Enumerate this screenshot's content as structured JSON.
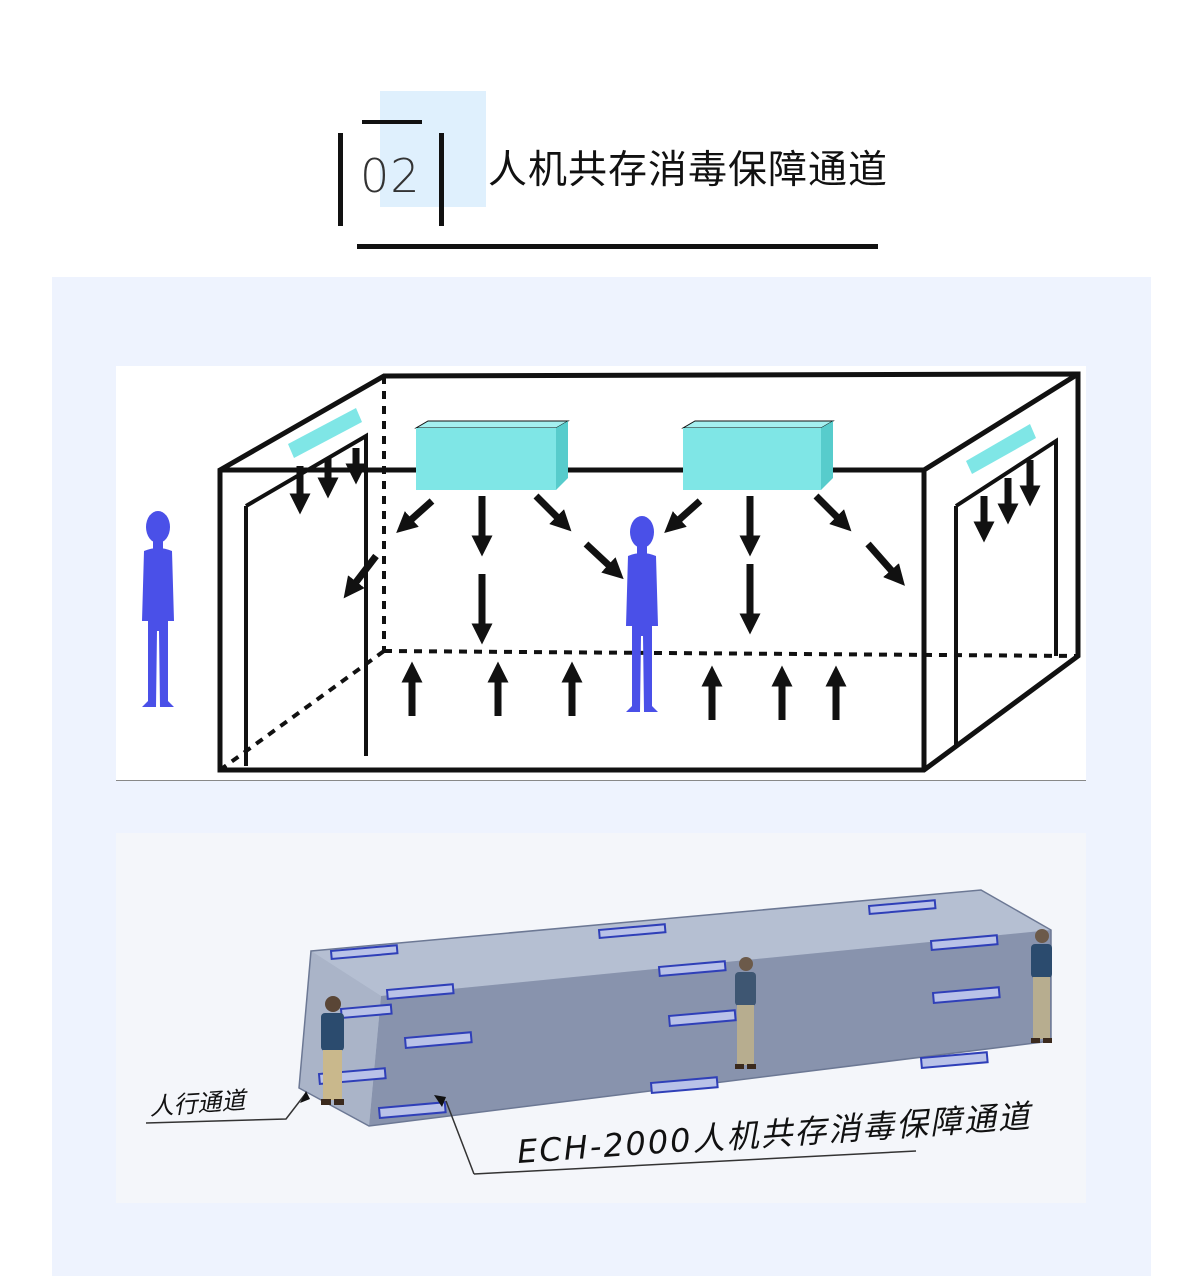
{
  "header": {
    "section_number": "02",
    "section_title": "人机共存消毒保障通道"
  },
  "diagram_bottom": {
    "label_walkway": "人行通道",
    "label_product": "ECH-2000人机共存消毒保障通道"
  },
  "colors": {
    "highlight": "#dff0fd",
    "panel_background": "#eef3fe",
    "unit_fill": "#7fe6e6",
    "person_fill": "#4a50e8",
    "tunnel_fill": "#8e9ab3",
    "ink": "#111111"
  }
}
